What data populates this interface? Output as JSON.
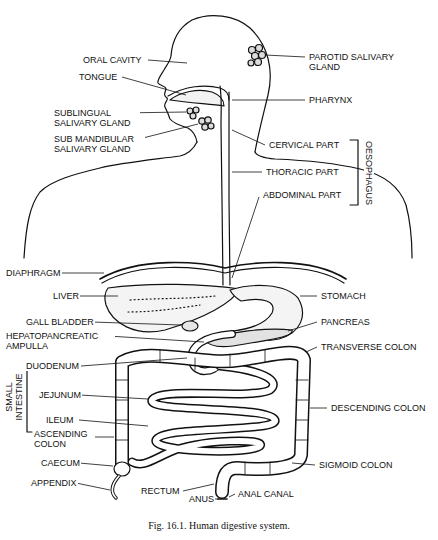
{
  "diagram": {
    "caption": "Fig. 16.1. Human digestive system.",
    "labels": [
      "ORAL CAVITY",
      "TONGUE",
      "PAROTID SALIVARY GLAND",
      "PHARYNX",
      "SUBLINGUAL SALIVARY GLAND",
      "SUB MANDIBULAR SALIVARY GLAND",
      "CERVICAL PART",
      "THORACIC PART",
      "ABDOMINAL PART",
      "OESOPHAGUS",
      "DIAPHRAGM",
      "LIVER",
      "STOMACH",
      "GALL BLADDER",
      "PANCREAS",
      "HEPATOPANCREATIC AMPULLA",
      "TRANSVERSE COLON",
      "SMALL INTESTINE",
      "DUODENUM",
      "JEJUNUM",
      "ILEUM",
      "DESCENDING COLON",
      "ASCENDING COLON",
      "CAECUM",
      "SIGMOID COLON",
      "APPENDIX",
      "RECTUM",
      "ANUS",
      "ANAL CANAL"
    ]
  }
}
